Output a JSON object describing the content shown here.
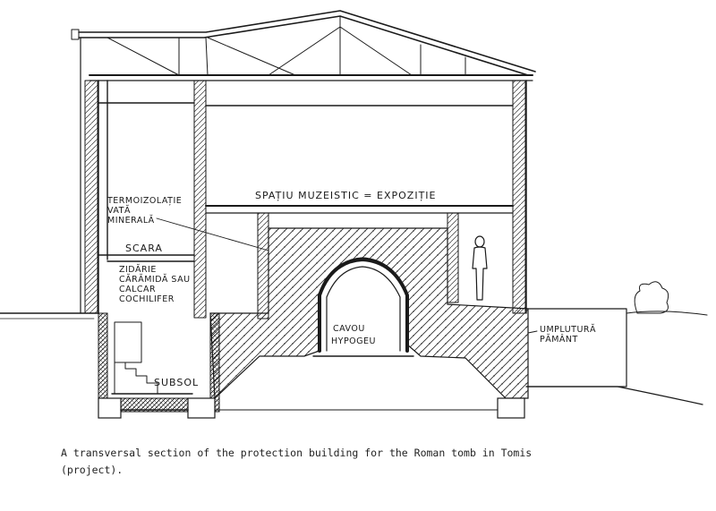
{
  "labels": {
    "exhibition_space": "SPAȚIU MUZEISTIC = EXPOZIȚIE",
    "insulation_line1": "TERMOIZOLAȚIE",
    "insulation_line2": "VATĂ",
    "insulation_line3": "MINERALĂ",
    "stairs": "SCARA",
    "masonry_line1": "ZIDĂRIE",
    "masonry_line2": "CĂRĂMIDĂ SAU",
    "masonry_line3": "CALCAR",
    "masonry_line4": "COCHILIFER",
    "basement": "SUBSOL",
    "vault_line1": "CAVOU",
    "vault_line2": "HYPOGEU",
    "fill_line1": "UMPLUTURĂ",
    "fill_line2": "PĂMÂNT"
  },
  "caption": {
    "line1": "A transversal section of the protection building for the Roman tomb in Tomis",
    "line2": "(project)."
  },
  "colors": {
    "ink": "#1a1a1a",
    "paper": "#ffffff"
  }
}
